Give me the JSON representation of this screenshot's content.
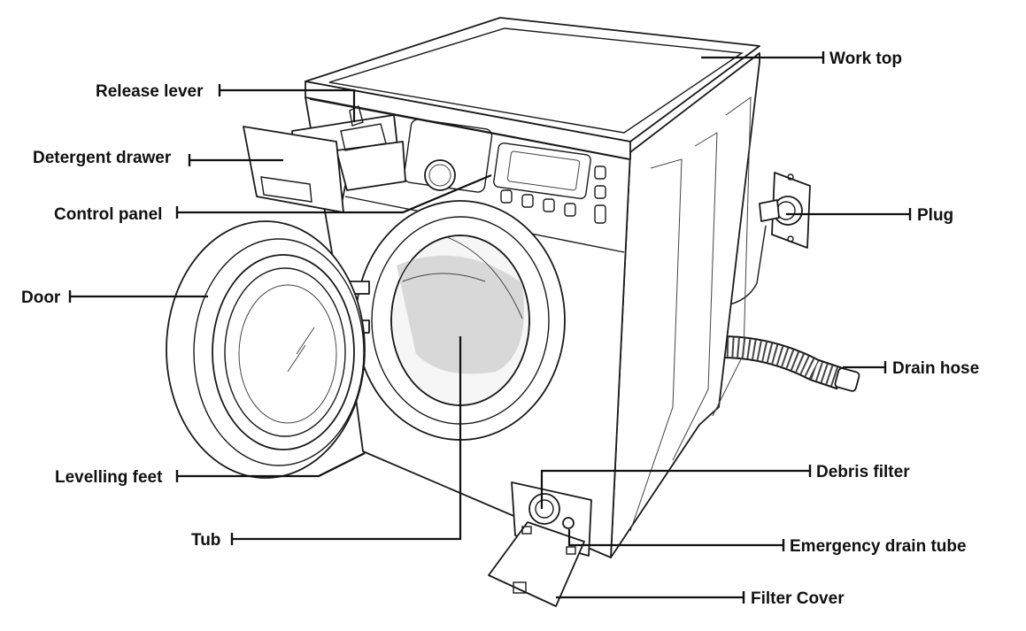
{
  "labels": {
    "work_top": "Work top",
    "release_lever": "Release lever",
    "detergent_drawer": "Detergent drawer",
    "control_panel": "Control panel",
    "plug": "Plug",
    "door": "Door",
    "drain_hose": "Drain hose",
    "debris_filter": "Debris filter",
    "levelling_feet": "Levelling feet",
    "tub": "Tub",
    "emergency_drain_tube": "Emergency drain tube",
    "filter_cover": "Filter Cover"
  }
}
